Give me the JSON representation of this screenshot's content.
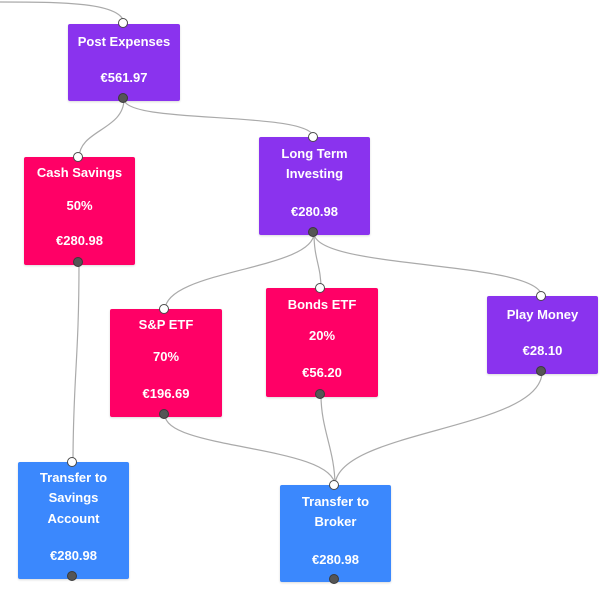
{
  "nodes": {
    "post_expenses": {
      "title": "Post Expenses",
      "amount": "€561.97"
    },
    "cash_savings": {
      "title": "Cash Savings",
      "percent": "50%",
      "amount": "€280.98"
    },
    "long_term_investing": {
      "title_line1": "Long Term",
      "title_line2": "Investing",
      "amount": "€280.98"
    },
    "sp_etf": {
      "title": "S&P ETF",
      "percent": "70%",
      "amount": "€196.69"
    },
    "bonds_etf": {
      "title": "Bonds ETF",
      "percent": "20%",
      "amount": "€56.20"
    },
    "play_money": {
      "title": "Play Money",
      "amount": "€28.10"
    },
    "transfer_savings": {
      "title_line1": "Transfer to",
      "title_line2": "Savings",
      "title_line3": "Account",
      "amount": "€280.98"
    },
    "transfer_broker": {
      "title_line1": "Transfer to",
      "title_line2": "Broker",
      "amount": "€280.98"
    }
  },
  "colors": {
    "purple": "#8a33ee",
    "pink": "#ff0066",
    "blue": "#3b88fd",
    "edge": "#aaaaaa"
  }
}
